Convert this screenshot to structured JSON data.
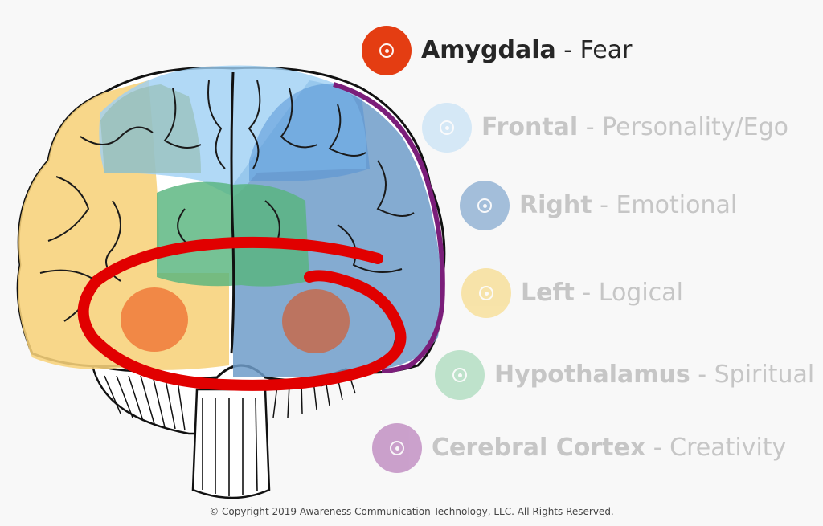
{
  "legend": [
    {
      "name": "Amygdala",
      "desc": "Fear",
      "color": "#e43d12",
      "state": "active"
    },
    {
      "name": "Frontal",
      "desc": "Personality/Ego",
      "color": "#b9dbf6",
      "state": "faded"
    },
    {
      "name": "Right",
      "desc": "Emotional",
      "color": "#5f8fc2",
      "state": "faded"
    },
    {
      "name": "Left",
      "desc": "Logical",
      "color": "#f7d36a",
      "state": "faded"
    },
    {
      "name": "Hypothalamus",
      "desc": "Spiritual",
      "color": "#8fd1a8",
      "state": "faded"
    },
    {
      "name": "Cerebral Cortex",
      "desc": "Creativity",
      "color": "#a55aa8",
      "state": "faded"
    }
  ],
  "separator": " - ",
  "copyright": "© Copyright 2019 Awareness Communication Technology, LLC. All Rights Reserved.",
  "colors": {
    "frontal": "#9ed0f4",
    "right": "#6f9cc9",
    "left": "#f7d27a",
    "hypothalamus": "#58b47e",
    "cortex": "#7b1e7a",
    "amygdala": "#f07a3a",
    "highlight": "#e10000",
    "outline": "#111111"
  }
}
